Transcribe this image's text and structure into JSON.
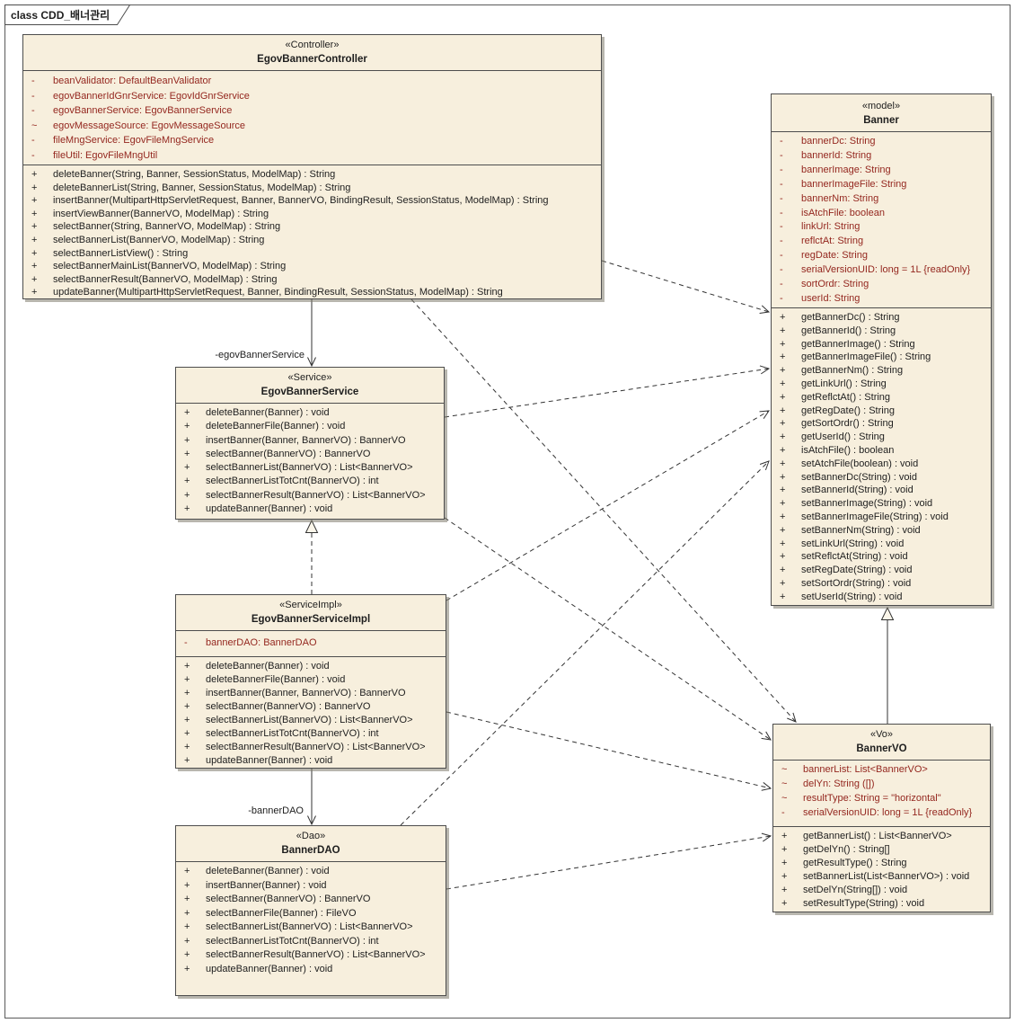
{
  "diagram": {
    "title": "class CDD_배너관리"
  },
  "labels": {
    "egov_banner_service": "-egovBannerService",
    "banner_dao": "-bannerDAO"
  },
  "colors": {
    "box_fill": "#f7efdd",
    "box_border": "#4d4d4d",
    "attribute_text": "#94271f",
    "method_text": "#1e1e1e",
    "connector_line": "#333333",
    "shadow": "#7d7a6c"
  },
  "classes": [
    {
      "stereotype": "«Controller»",
      "name": "EgovBannerController",
      "attributes": [
        {
          "vis": "-",
          "text": "beanValidator: DefaultBeanValidator"
        },
        {
          "vis": "-",
          "text": "egovBannerIdGnrService: EgovIdGnrService"
        },
        {
          "vis": "-",
          "text": "egovBannerService: EgovBannerService"
        },
        {
          "vis": "~",
          "text": "egovMessageSource: EgovMessageSource"
        },
        {
          "vis": "-",
          "text": "fileMngService: EgovFileMngService"
        },
        {
          "vis": "-",
          "text": "fileUtil: EgovFileMngUtil"
        }
      ],
      "methods": [
        {
          "vis": "+",
          "text": "deleteBanner(String, Banner, SessionStatus, ModelMap) : String"
        },
        {
          "vis": "+",
          "text": "deleteBannerList(String, Banner, SessionStatus, ModelMap) : String"
        },
        {
          "vis": "+",
          "text": "insertBanner(MultipartHttpServletRequest, Banner, BannerVO, BindingResult, SessionStatus, ModelMap) : String"
        },
        {
          "vis": "+",
          "text": "insertViewBanner(BannerVO, ModelMap) : String"
        },
        {
          "vis": "+",
          "text": "selectBanner(String, BannerVO, ModelMap) : String"
        },
        {
          "vis": "+",
          "text": "selectBannerList(BannerVO, ModelMap) : String"
        },
        {
          "vis": "+",
          "text": "selectBannerListView() : String"
        },
        {
          "vis": "+",
          "text": "selectBannerMainList(BannerVO, ModelMap) : String"
        },
        {
          "vis": "+",
          "text": "selectBannerResult(BannerVO, ModelMap) : String"
        },
        {
          "vis": "+",
          "text": "updateBanner(MultipartHttpServletRequest, Banner, BindingResult, SessionStatus, ModelMap) : String"
        }
      ]
    },
    {
      "stereotype": "«model»",
      "name": "Banner",
      "attributes": [
        {
          "vis": "-",
          "text": "bannerDc: String"
        },
        {
          "vis": "-",
          "text": "bannerId: String"
        },
        {
          "vis": "-",
          "text": "bannerImage: String"
        },
        {
          "vis": "-",
          "text": "bannerImageFile: String"
        },
        {
          "vis": "-",
          "text": "bannerNm: String"
        },
        {
          "vis": "-",
          "text": "isAtchFile: boolean"
        },
        {
          "vis": "-",
          "text": "linkUrl: String"
        },
        {
          "vis": "-",
          "text": "reflctAt: String"
        },
        {
          "vis": "-",
          "text": "regDate: String"
        },
        {
          "vis": "-",
          "text": "serialVersionUID: long = 1L {readOnly}"
        },
        {
          "vis": "-",
          "text": "sortOrdr: String"
        },
        {
          "vis": "-",
          "text": "userId: String"
        }
      ],
      "methods": [
        {
          "vis": "+",
          "text": "getBannerDc() : String"
        },
        {
          "vis": "+",
          "text": "getBannerId() : String"
        },
        {
          "vis": "+",
          "text": "getBannerImage() : String"
        },
        {
          "vis": "+",
          "text": "getBannerImageFile() : String"
        },
        {
          "vis": "+",
          "text": "getBannerNm() : String"
        },
        {
          "vis": "+",
          "text": "getLinkUrl() : String"
        },
        {
          "vis": "+",
          "text": "getReflctAt() : String"
        },
        {
          "vis": "+",
          "text": "getRegDate() : String"
        },
        {
          "vis": "+",
          "text": "getSortOrdr() : String"
        },
        {
          "vis": "+",
          "text": "getUserId() : String"
        },
        {
          "vis": "+",
          "text": "isAtchFile() : boolean"
        },
        {
          "vis": "+",
          "text": "setAtchFile(boolean) : void"
        },
        {
          "vis": "+",
          "text": "setBannerDc(String) : void"
        },
        {
          "vis": "+",
          "text": "setBannerId(String) : void"
        },
        {
          "vis": "+",
          "text": "setBannerImage(String) : void"
        },
        {
          "vis": "+",
          "text": "setBannerImageFile(String) : void"
        },
        {
          "vis": "+",
          "text": "setBannerNm(String) : void"
        },
        {
          "vis": "+",
          "text": "setLinkUrl(String) : void"
        },
        {
          "vis": "+",
          "text": "setReflctAt(String) : void"
        },
        {
          "vis": "+",
          "text": "setRegDate(String) : void"
        },
        {
          "vis": "+",
          "text": "setSortOrdr(String) : void"
        },
        {
          "vis": "+",
          "text": "setUserId(String) : void"
        }
      ]
    },
    {
      "stereotype": "«Service»",
      "name": "EgovBannerService",
      "attributes": [],
      "methods": [
        {
          "vis": "+",
          "text": "deleteBanner(Banner) : void"
        },
        {
          "vis": "+",
          "text": "deleteBannerFile(Banner) : void"
        },
        {
          "vis": "+",
          "text": "insertBanner(Banner, BannerVO) : BannerVO"
        },
        {
          "vis": "+",
          "text": "selectBanner(BannerVO) : BannerVO"
        },
        {
          "vis": "+",
          "text": "selectBannerList(BannerVO) : List<BannerVO>"
        },
        {
          "vis": "+",
          "text": "selectBannerListTotCnt(BannerVO) : int"
        },
        {
          "vis": "+",
          "text": "selectBannerResult(BannerVO) : List<BannerVO>"
        },
        {
          "vis": "+",
          "text": "updateBanner(Banner) : void"
        }
      ]
    },
    {
      "stereotype": "«ServiceImpl»",
      "name": "EgovBannerServiceImpl",
      "attributes": [
        {
          "vis": "-",
          "text": "bannerDAO: BannerDAO"
        }
      ],
      "methods": [
        {
          "vis": "+",
          "text": "deleteBanner(Banner) : void"
        },
        {
          "vis": "+",
          "text": "deleteBannerFile(Banner) : void"
        },
        {
          "vis": "+",
          "text": "insertBanner(Banner, BannerVO) : BannerVO"
        },
        {
          "vis": "+",
          "text": "selectBanner(BannerVO) : BannerVO"
        },
        {
          "vis": "+",
          "text": "selectBannerList(BannerVO) : List<BannerVO>"
        },
        {
          "vis": "+",
          "text": "selectBannerListTotCnt(BannerVO) : int"
        },
        {
          "vis": "+",
          "text": "selectBannerResult(BannerVO) : List<BannerVO>"
        },
        {
          "vis": "+",
          "text": "updateBanner(Banner) : void"
        }
      ]
    },
    {
      "stereotype": "«Dao»",
      "name": "BannerDAO",
      "attributes": [],
      "methods": [
        {
          "vis": "+",
          "text": "deleteBanner(Banner) : void"
        },
        {
          "vis": "+",
          "text": "insertBanner(Banner) : void"
        },
        {
          "vis": "+",
          "text": "selectBanner(BannerVO) : BannerVO"
        },
        {
          "vis": "+",
          "text": "selectBannerFile(Banner) : FileVO"
        },
        {
          "vis": "+",
          "text": "selectBannerList(BannerVO) : List<BannerVO>"
        },
        {
          "vis": "+",
          "text": "selectBannerListTotCnt(BannerVO) : int"
        },
        {
          "vis": "+",
          "text": "selectBannerResult(BannerVO) : List<BannerVO>"
        },
        {
          "vis": "+",
          "text": "updateBanner(Banner) : void"
        }
      ]
    },
    {
      "stereotype": "«Vo»",
      "name": "BannerVO",
      "attributes": [
        {
          "vis": "~",
          "text": "bannerList: List<BannerVO>"
        },
        {
          "vis": "~",
          "text": "delYn: String ([])"
        },
        {
          "vis": "~",
          "text": "resultType: String = \"horizontal\""
        },
        {
          "vis": "-",
          "text": "serialVersionUID: long = 1L {readOnly}"
        }
      ],
      "methods": [
        {
          "vis": "+",
          "text": "getBannerList() : List<BannerVO>"
        },
        {
          "vis": "+",
          "text": "getDelYn() : String[]"
        },
        {
          "vis": "+",
          "text": "getResultType() : String"
        },
        {
          "vis": "+",
          "text": "setBannerList(List<BannerVO>) : void"
        },
        {
          "vis": "+",
          "text": "setDelYn(String[]) : void"
        },
        {
          "vis": "+",
          "text": "setResultType(String) : void"
        }
      ]
    }
  ]
}
